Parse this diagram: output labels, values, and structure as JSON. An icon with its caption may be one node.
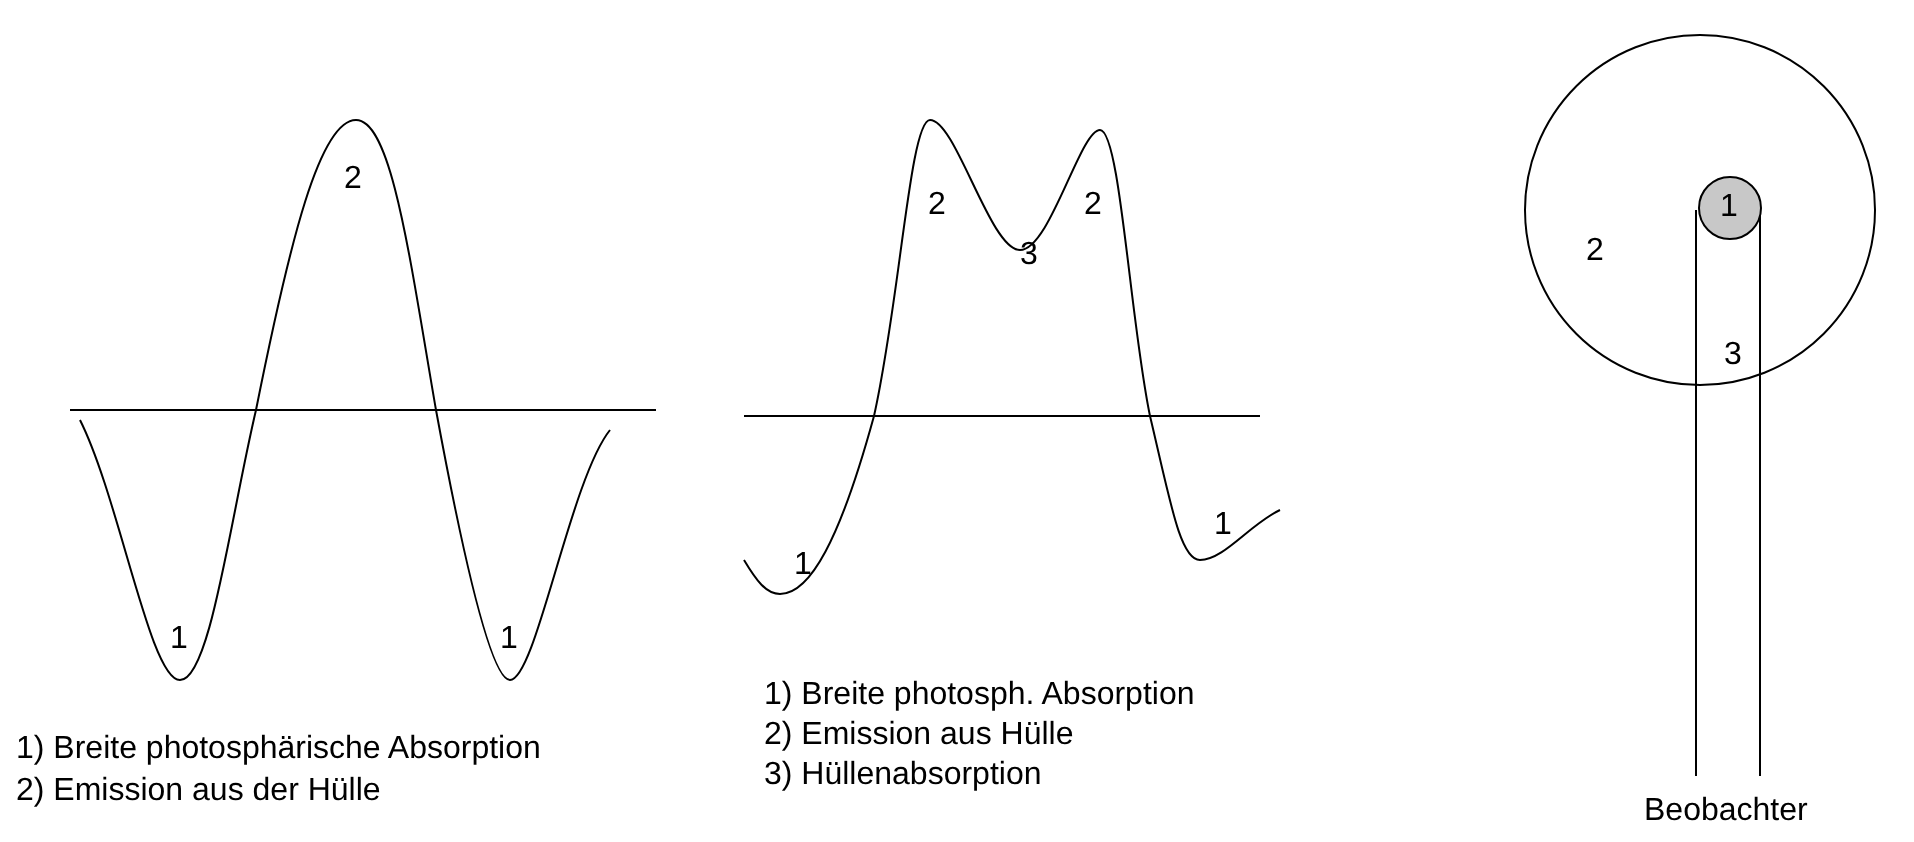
{
  "diagram": {
    "nodes": [
      {
        "text": [
          "2"
        ]
      },
      {
        "text": [
          "1"
        ],
        "in": 0
      }
    ],
    "labels": [
      "2",
      "1",
      "1",
      "1) Breite photosphärische Absorption",
      "2) Emission aus der Hülle",
      "2",
      "3",
      "2",
      "1",
      "1",
      "1) Breite photosph. Absorption",
      "2) Emission aus Hülle",
      "3) Hüllenabsorption",
      "3",
      "Beobachter"
    ]
  }
}
